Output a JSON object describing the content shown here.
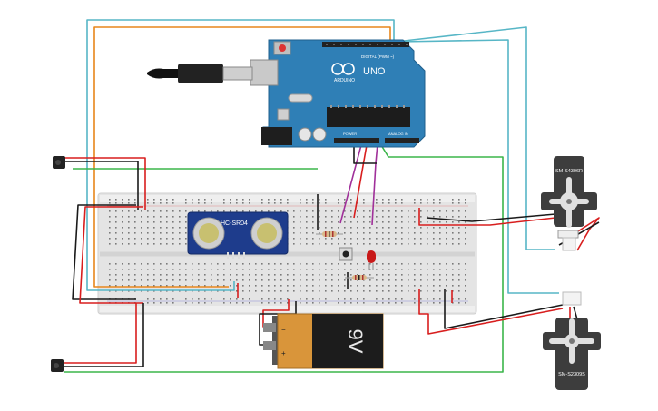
{
  "arduino": {
    "brand": "ARDUINO",
    "model": "UNO",
    "digital_label": "DIGITAL (PWM ~)",
    "power_label": "POWER",
    "analog_label": "ANALOG IN"
  },
  "sensor": {
    "model": "HC-SR04"
  },
  "battery": {
    "voltage": "9V"
  },
  "servo_top": {
    "model": "SM-S4306R"
  },
  "servo_bottom": {
    "model": "SM-S2309S"
  },
  "colors": {
    "board": "#2f7fb6",
    "wire_red": "#d81e1e",
    "wire_black": "#1a1a1a",
    "wire_green": "#3bb54a",
    "wire_orange": "#e8861c",
    "wire_cyan": "#57b6c6",
    "wire_purple": "#a0309a",
    "breadboard": "#e9e9e9"
  },
  "icons": [
    "usb-cable-icon",
    "ir-receiver-icon",
    "ultrasonic-sensor-icon",
    "pushbutton-icon",
    "led-icon",
    "resistor-icon",
    "battery-icon",
    "servo-icon"
  ]
}
